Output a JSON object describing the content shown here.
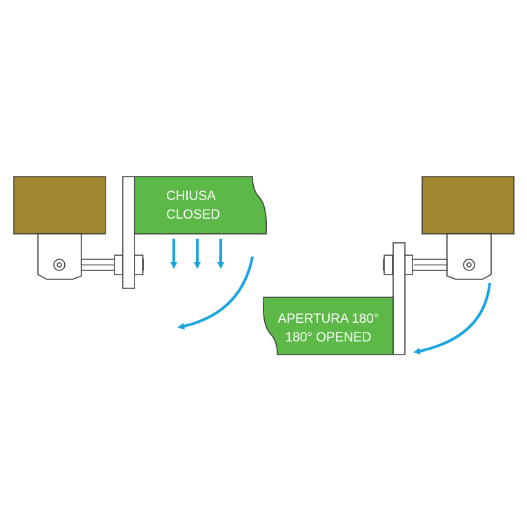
{
  "colors": {
    "post": "#a08830",
    "gate": "#5cb847",
    "arrow": "#1aa5e0",
    "outline": "#3a3a3a",
    "bracket": "#ffffff"
  },
  "closed": {
    "line1": "CHIUSA",
    "line2": "CLOSED"
  },
  "opened": {
    "line1": "APERTURA 180°",
    "line2": "180° OPENED"
  }
}
